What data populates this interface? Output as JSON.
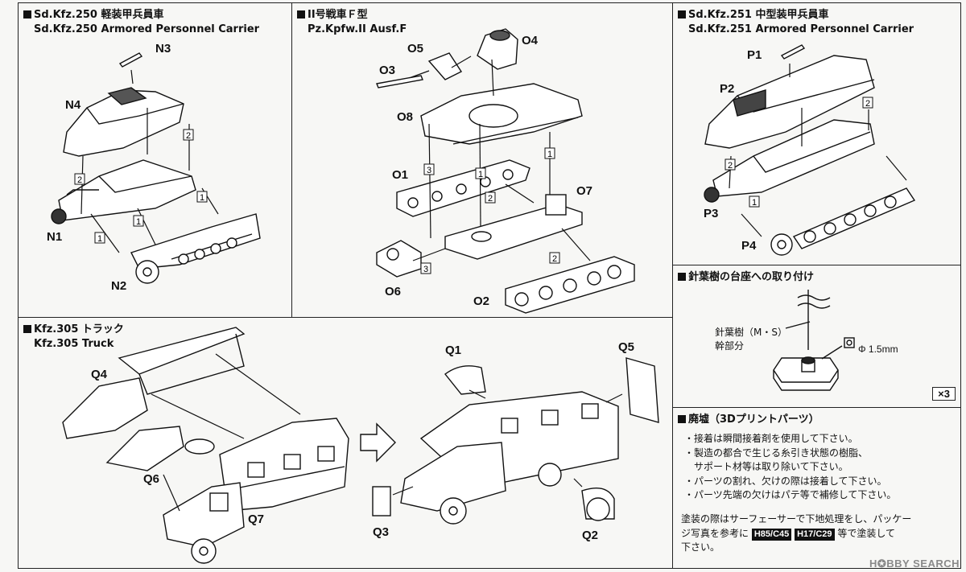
{
  "sdkfz250": {
    "title_jp": "Sd.Kfz.250 軽装甲兵員車",
    "title_en": "Sd.Kfz.250 Armored Personnel Carrier",
    "parts": [
      "N3",
      "N4",
      "N1",
      "N2"
    ],
    "steps": [
      "2",
      "2",
      "1",
      "1",
      "1"
    ]
  },
  "pz2": {
    "title_jp": "II号戦車Ｆ型",
    "title_en": "Pz.Kpfw.II Ausf.F",
    "parts": [
      "O5",
      "O4",
      "O3",
      "O8",
      "O1",
      "O7",
      "O6",
      "O2"
    ],
    "steps": [
      "3",
      "1",
      "1",
      "2",
      "3",
      "2"
    ]
  },
  "sdkfz251": {
    "title_jp": "Sd.Kfz.251 中型装甲兵員車",
    "title_en": "Sd.Kfz.251 Armored Personnel Carrier",
    "parts": [
      "P1",
      "P2",
      "P3",
      "P4"
    ],
    "steps": [
      "2",
      "2",
      "1"
    ]
  },
  "tree": {
    "title": "針葉樹の台座への取り付け",
    "label_line1": "針葉樹（M・S）",
    "label_line2": "幹部分",
    "hole": "Φ 1.5mm",
    "count": "×3"
  },
  "truck": {
    "title_jp": "Kfz.305 トラック",
    "title_en": "Kfz.305  Truck",
    "parts": [
      "Q4",
      "Q6",
      "Q7",
      "Q1",
      "Q5",
      "Q3",
      "Q2"
    ]
  },
  "ruins": {
    "title": "廃墟（3Dプリントパーツ）",
    "notes": [
      "・接着は瞬間接着剤を使用して下さい。",
      "・製造の都合で生じる糸引き状態の樹脂、",
      "　サポート材等は取り除いて下さい。",
      "・パーツの割れ、欠けの際は接着して下さい。",
      "・パーツ先端の欠けはパテ等で補修して下さい。"
    ],
    "painting_1": "塗装の際はサーフェーサーで下地処理をし、パッケー",
    "painting_2a": "ジ写真を参考に",
    "code_1": "H85/C45",
    "code_2": "H17/C29",
    "painting_2b": "等で塗装して",
    "painting_3": "下さい。"
  },
  "watermark": "H✪BBY SEARCH"
}
